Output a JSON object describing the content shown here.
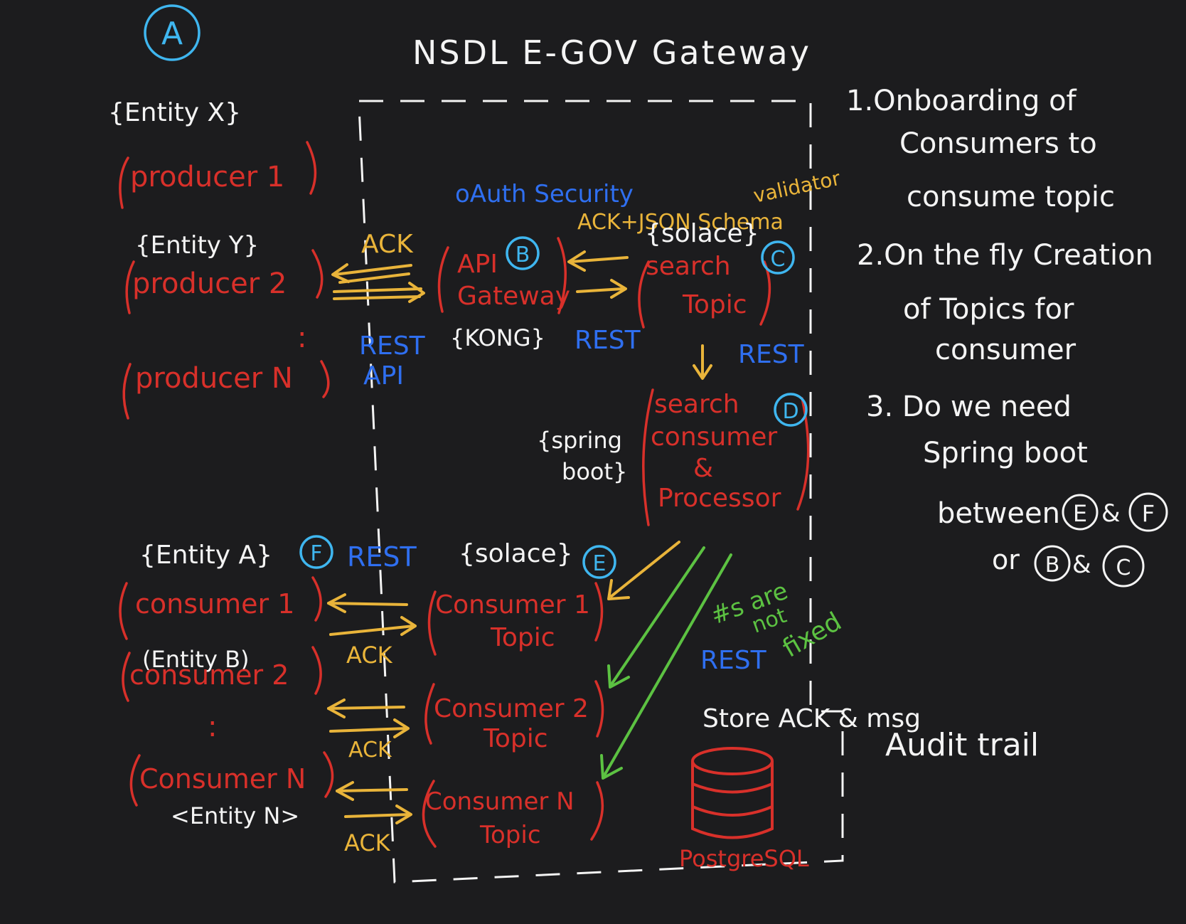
{
  "title": "NSDL E-GOV Gateway",
  "badge_a": "A",
  "producers": {
    "entity_x": "{Entity X}",
    "producer_1": "producer 1",
    "entity_y": "{Entity Y}",
    "producer_2": "producer 2",
    "dots": ":",
    "producer_n": "producer N"
  },
  "producer_links": {
    "ack": "ACK",
    "rest": "REST",
    "api": "API"
  },
  "gateway": {
    "oauth": "oAuth Security",
    "line1": "API",
    "line2": "Gateway",
    "badge": "B",
    "kong": "{KONG}",
    "rest_out": "REST"
  },
  "schema": {
    "ack_json": "ACK+JSON Schema",
    "validator": "validator"
  },
  "search_topic": {
    "platform": "{solace}",
    "line1": "search",
    "line2": "Topic",
    "badge": "C",
    "rest_down": "REST"
  },
  "processor": {
    "platform_1": "{spring",
    "platform_2": "boot}",
    "line1": "search",
    "line2": "consumer",
    "line3": "&",
    "line4": "Processor",
    "badge": "D"
  },
  "consumer_topics": {
    "platform": "{solace}",
    "badge": "E",
    "t1_line1": "Consumer 1",
    "t1_line2": "Topic",
    "t2_line1": "Consumer 2",
    "t2_line2": "Topic",
    "tn_line1": "Consumer N",
    "tn_line2": "Topic"
  },
  "consumers": {
    "entity_a": "{Entity A}",
    "badge": "F",
    "rest": "REST",
    "consumer_1": "consumer 1",
    "entity_b": "(Entity B)",
    "consumer_2": "consumer 2",
    "dots": ":",
    "consumer_n": "Consumer N",
    "entity_n": "<Entity N>",
    "ack": "ACK"
  },
  "green_note": {
    "line1": "#s are",
    "line2": "not",
    "line3": "fixed",
    "rest": "REST"
  },
  "storage": {
    "note": "Store ACK & msg",
    "label": "PostgreSQL",
    "audit": "Audit trail"
  },
  "questions": {
    "q1_line1": "1.Onboarding of",
    "q1_line2": "Consumers to",
    "q1_line3": "consume topic",
    "q2_line1": "2.On the fly Creation",
    "q2_line2": "of Topics for",
    "q2_line3": "consumer",
    "q3_line1": "3. Do we need",
    "q3_line2": "Spring boot",
    "q3_line3": "between",
    "q3_e": "E",
    "q3_amp1": "&",
    "q3_f": "F",
    "q3_or": "or",
    "q3_b": "B",
    "q3_amp2": "&",
    "q3_c": "C"
  },
  "colors": {
    "background": "#1c1c1e",
    "white": "#f4f4f4",
    "red": "#d8302a",
    "blue": "#2f6ff0",
    "yellow": "#e9b43a",
    "green": "#5cc242",
    "cyan": "#3fb6ef"
  }
}
